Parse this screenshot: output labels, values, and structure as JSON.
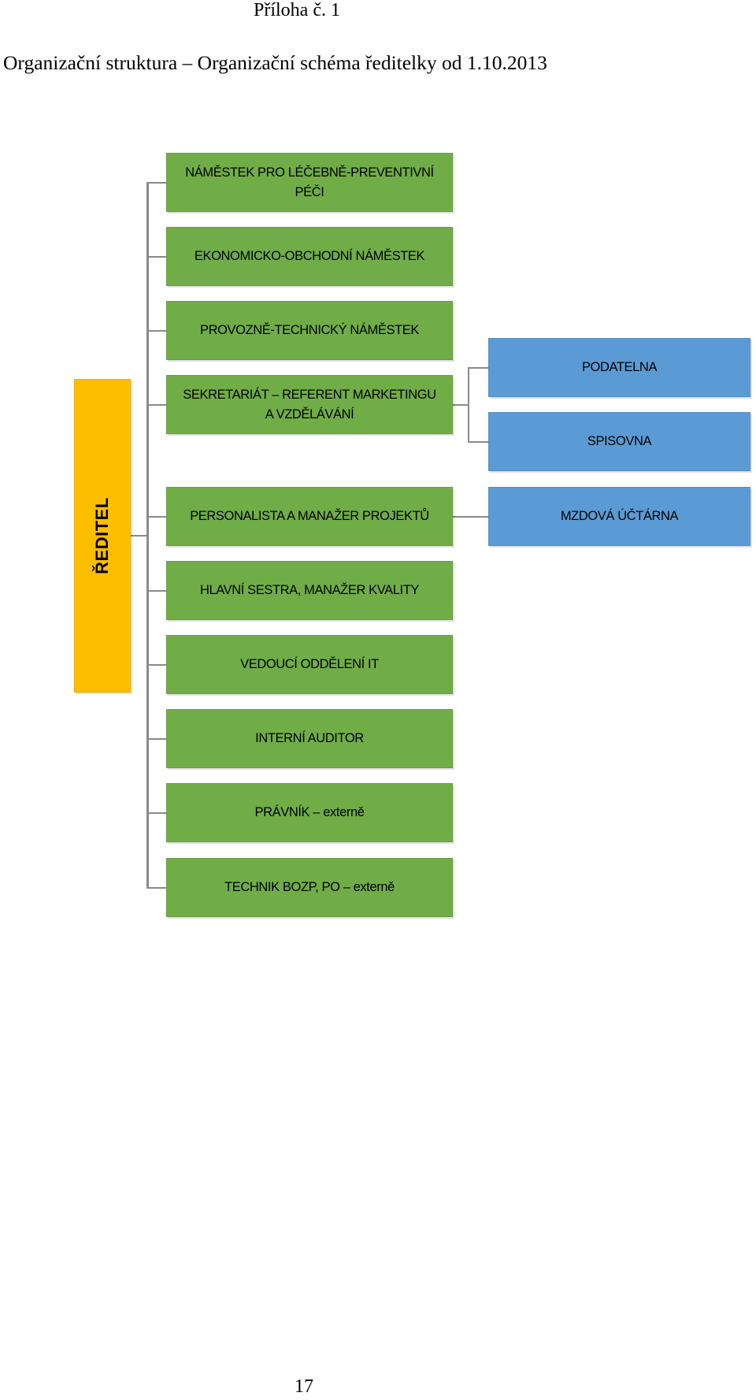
{
  "header": {
    "annex_label": "Příloha č. 1",
    "title": "Organizační struktura – Organizační schéma ředitelky od 1.10.2013"
  },
  "org_chart": {
    "director": {
      "label": "ŘEDITEL",
      "color": "#fdbe00"
    },
    "subordinate_color": "#70ad47",
    "unit_color": "#5b9bd5",
    "subordinates": [
      {
        "lines": [
          "NÁMĚSTEK PRO LÉČEBNĚ-PREVENTIVNÍ",
          "PÉČI"
        ]
      },
      {
        "lines": [
          "EKONOMICKO-OBCHODNÍ NÁMĚSTEK"
        ]
      },
      {
        "lines": [
          "PROVOZNĚ-TECHNICKÝ NÁMĚSTEK"
        ]
      },
      {
        "lines": [
          "SEKRETARIÁT – REFERENT MARKETINGU",
          "A VZDĚLÁVÁNÍ"
        ]
      },
      {
        "lines": [
          "PERSONALISTA A MANAŽER PROJEKTŮ"
        ]
      },
      {
        "lines": [
          "HLAVNÍ SESTRA, MANAŽER KVALITY"
        ]
      },
      {
        "lines": [
          "VEDOUCÍ ODDĚLENÍ IT"
        ]
      },
      {
        "lines": [
          "INTERNÍ AUDITOR"
        ]
      },
      {
        "lines": [
          "PRÁVNÍK – externě"
        ]
      },
      {
        "lines": [
          "TECHNIK BOZP, PO – externě"
        ]
      }
    ],
    "units": [
      {
        "label": "PODATELNA",
        "parent": "SEKRETARIÁT – REFERENT MARKETINGU A VZDĚLÁVÁNÍ"
      },
      {
        "label": "SPISOVNA",
        "parent": "SEKRETARIÁT – REFERENT MARKETINGU A VZDĚLÁVÁNÍ"
      },
      {
        "label": "MZDOVÁ ÚČTÁRNA",
        "parent": "PERSONALISTA A MANAŽER PROJEKTŮ"
      }
    ]
  },
  "footer": {
    "page_number": "17"
  }
}
